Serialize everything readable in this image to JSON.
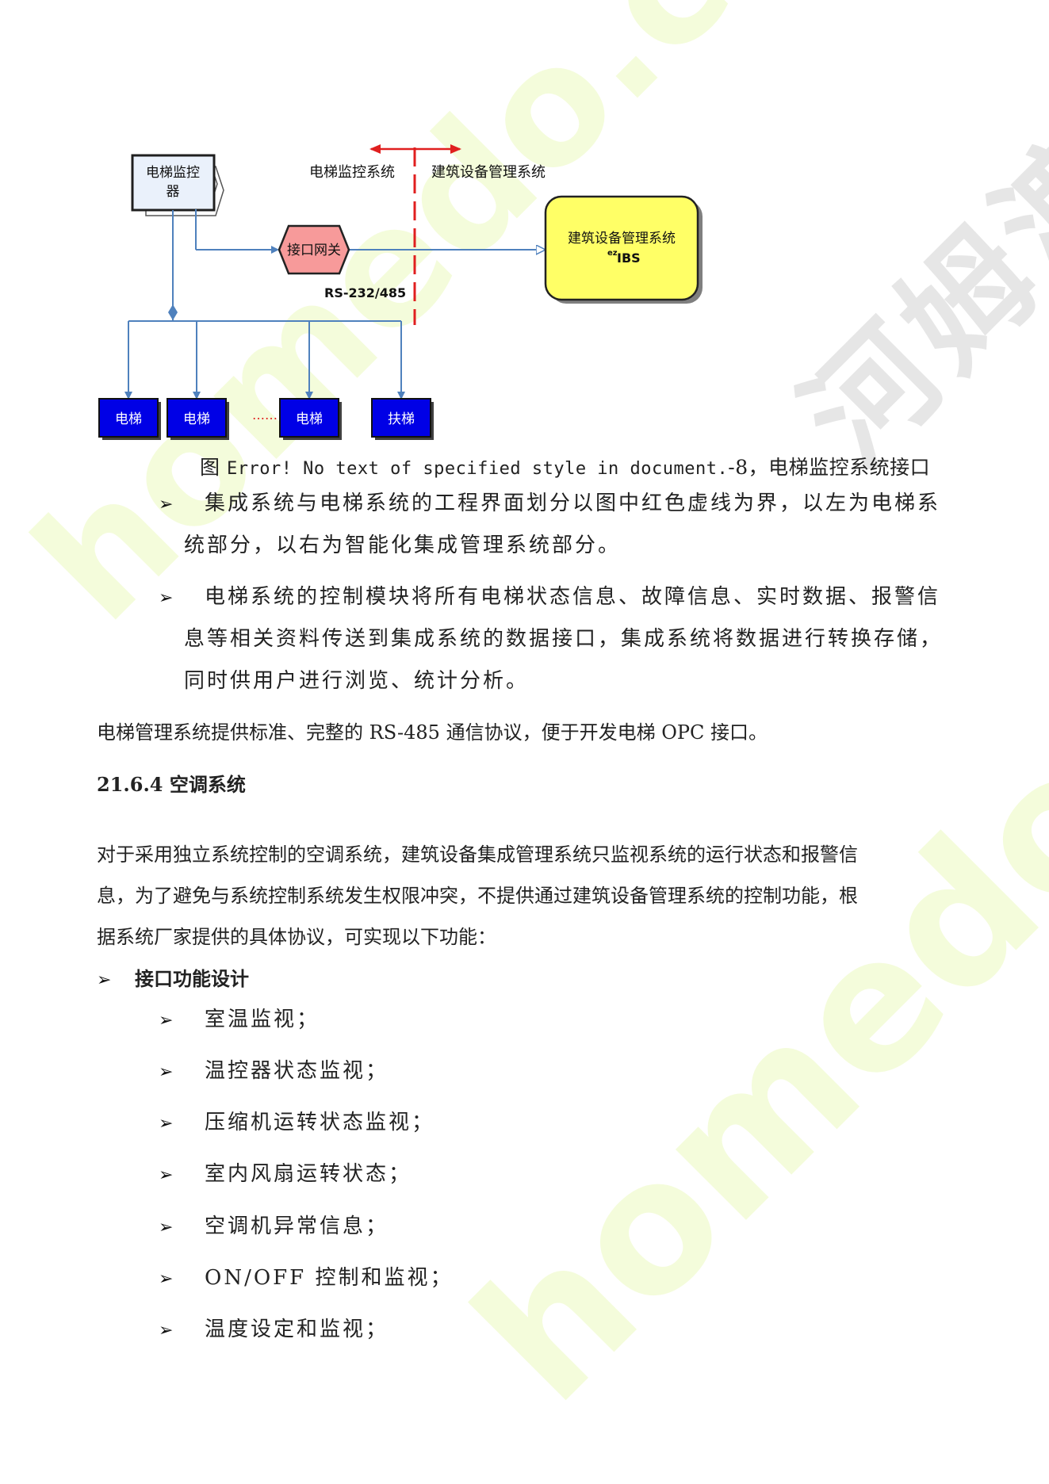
{
  "watermark": {
    "latin": "homedo.com",
    "cn": "河姆渡"
  },
  "diagram": {
    "controller_label_line1": "电梯监控",
    "controller_label_line2": "器",
    "left_region_label": "电梯监控系统",
    "right_region_label": "建筑设备管理系统",
    "gateway_label": "接口网关",
    "protocol_label": "RS-232/485",
    "bms_label_line1": "建筑设备管理系统",
    "bms_label_sup": "ez",
    "bms_label_line2": "IBS",
    "elevator_labels": [
      "电梯",
      "电梯",
      "电梯",
      "扶梯"
    ],
    "ellipsis": "……",
    "colors": {
      "divider": "#e01f1f",
      "connector": "#4f81bd",
      "gateway_fill": "#f79a9a",
      "bms_fill": "#ffff66",
      "elevator_fill": "#0000e6"
    }
  },
  "caption": {
    "prefix": "图",
    "error": "Error! No text of specified style in document.",
    "suffix": "-8，电梯监控系统接口"
  },
  "bullets1": [
    {
      "line1": "集成系统与电梯系统的工程界面划分以图中红色虚线为界，以左为电梯系",
      "line2": "统部分，以右为智能化集成管理系统部分。"
    },
    {
      "line1": "电梯系统的控制模块将所有电梯状态信息、故障信息、实时数据、报警信",
      "line2": "息等相关资料传送到集成系统的数据接口，集成系统将数据进行转换存储，",
      "line3": "同时供用户进行浏览、统计分析。"
    }
  ],
  "paragraph_opc": "电梯管理系统提供标准、完整的 RS-485 通信协议，便于开发电梯 OPC 接口。",
  "section_heading": {
    "number": "21.6.4",
    "title": "空调系统"
  },
  "paragraph_hvac": [
    "对于采用独立系统控制的空调系统，建筑设备集成管理系统只监视系统的运行状态和报警信",
    "息，为了避免与系统控制系统发生权限冲突，不提供通过建筑设备管理系统的控制功能，根",
    "据系统厂家提供的具体协议，可实现以下功能："
  ],
  "interface_heading": "接口功能设计",
  "interface_items": [
    "室温监视；",
    "温控器状态监视；",
    "压缩机运转状态监视；",
    "室内风扇运转状态；",
    "空调机异常信息；",
    "ON/OFF 控制和监视；",
    "温度设定和监视；"
  ],
  "bullet_symbol": "➢"
}
